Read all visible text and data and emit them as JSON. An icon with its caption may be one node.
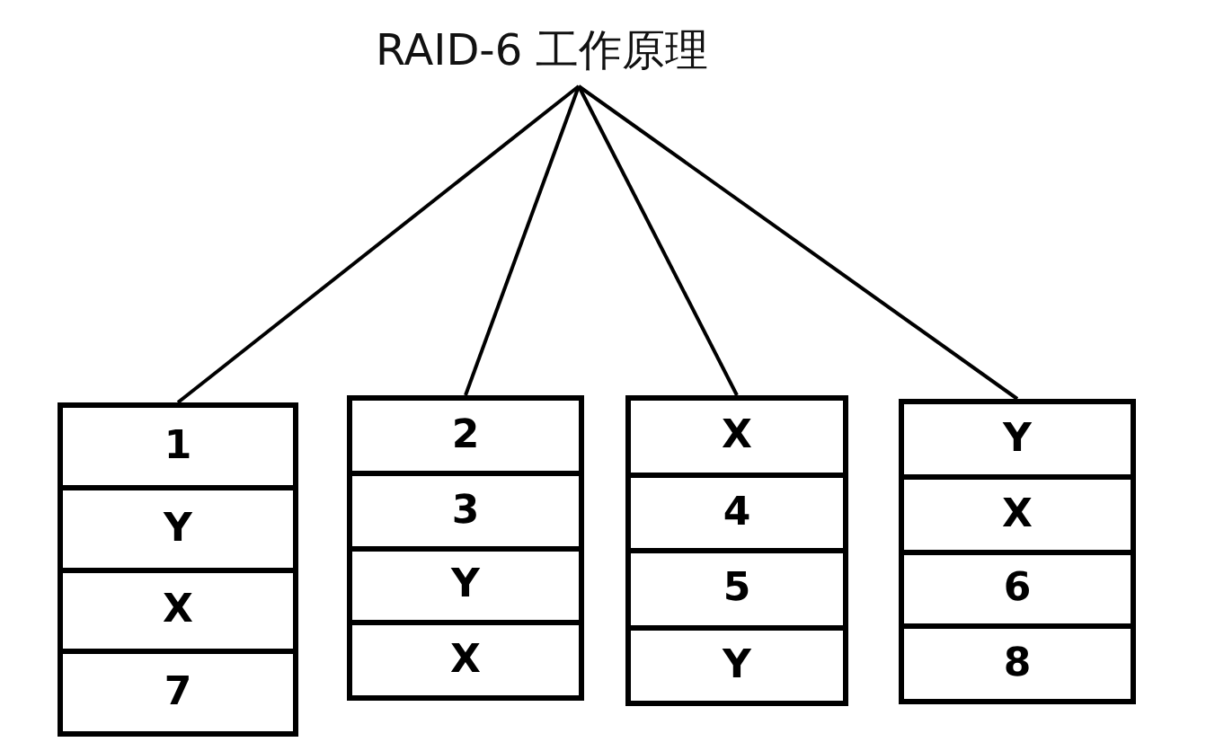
{
  "diagram": {
    "nodes": [
      {
        "text": [
          "RAID-6 工作原理"
        ]
      },
      {
        "text": [],
        "shape": "box"
      },
      {
        "text": [
          "1"
        ],
        "in": 1
      },
      {
        "text": [
          "Y"
        ],
        "in": 1
      },
      {
        "text": [
          "X"
        ],
        "in": 1
      },
      {
        "text": [
          "7"
        ],
        "in": 1
      },
      {
        "text": [],
        "shape": "box"
      },
      {
        "text": [
          "2"
        ],
        "in": 6
      },
      {
        "text": [
          "3"
        ],
        "in": 6
      },
      {
        "text": [
          "Y"
        ],
        "in": 6
      },
      {
        "text": [
          "X"
        ],
        "in": 6
      },
      {
        "text": [],
        "shape": "box"
      },
      {
        "text": [
          "X"
        ],
        "in": 11
      },
      {
        "text": [
          "4"
        ],
        "in": 11
      },
      {
        "text": [
          "5"
        ],
        "in": 11
      },
      {
        "text": [
          "Y"
        ],
        "in": 11
      },
      {
        "text": [],
        "shape": "box"
      },
      {
        "text": [
          "Y"
        ],
        "in": 16
      },
      {
        "text": [
          "X"
        ],
        "in": 16
      },
      {
        "text": [
          "6"
        ],
        "in": 16
      },
      {
        "text": [
          "8"
        ],
        "in": 16
      }
    ],
    "edges": [
      {
        "from": 0,
        "to": 1,
        "arrow": "none"
      },
      {
        "from": 0,
        "to": 6,
        "arrow": "none"
      },
      {
        "from": 0,
        "to": 11,
        "arrow": "none"
      },
      {
        "from": 0,
        "to": 16,
        "arrow": "none"
      }
    ]
  }
}
